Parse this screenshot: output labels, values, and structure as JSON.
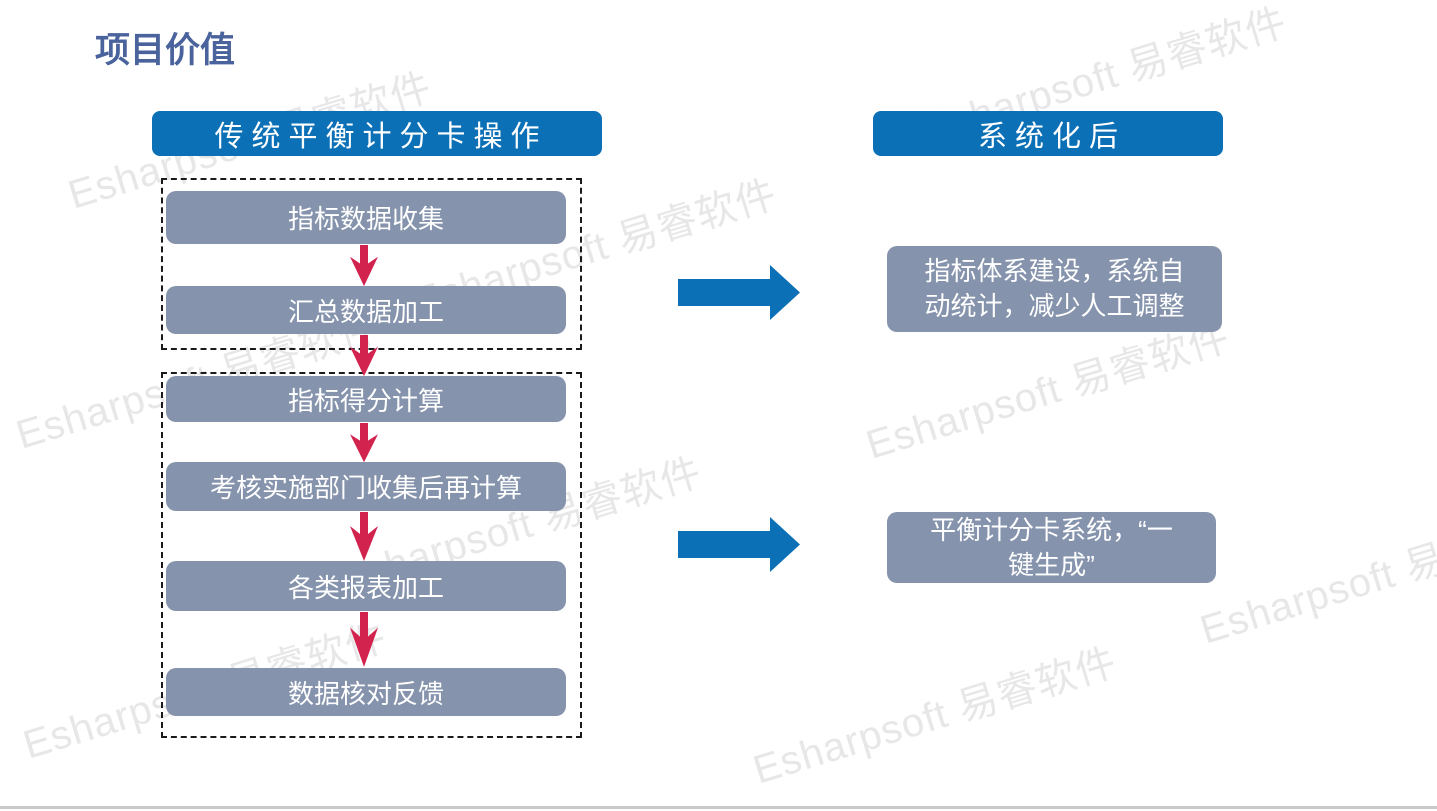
{
  "title": "项目价值",
  "watermark_text": "Esharpsoft 易睿软件",
  "left_panel": {
    "header": "传统平衡计分卡操作",
    "steps": [
      {
        "label": "指标数据收集"
      },
      {
        "label": "汇总数据加工"
      },
      {
        "label": "指标得分计算"
      },
      {
        "label": "考核实施部门收集后再计算"
      },
      {
        "label": "各类报表加工"
      },
      {
        "label": "数据核对反馈"
      }
    ]
  },
  "right_panel": {
    "header": "系统化后",
    "benefits": [
      {
        "text": "指标体系建设，系统自\n动统计，减少人工调整"
      },
      {
        "text": "平衡计分卡系统，“一\n键生成”"
      }
    ]
  },
  "colors": {
    "header_blue": "#0c70b6",
    "step_gray": "#8593ac",
    "arrow_red": "#d2234e",
    "title_blue": "#4a639c",
    "watermark_gray": "#e7e7e7",
    "bottom_line_gray": "#c9c9c9"
  }
}
